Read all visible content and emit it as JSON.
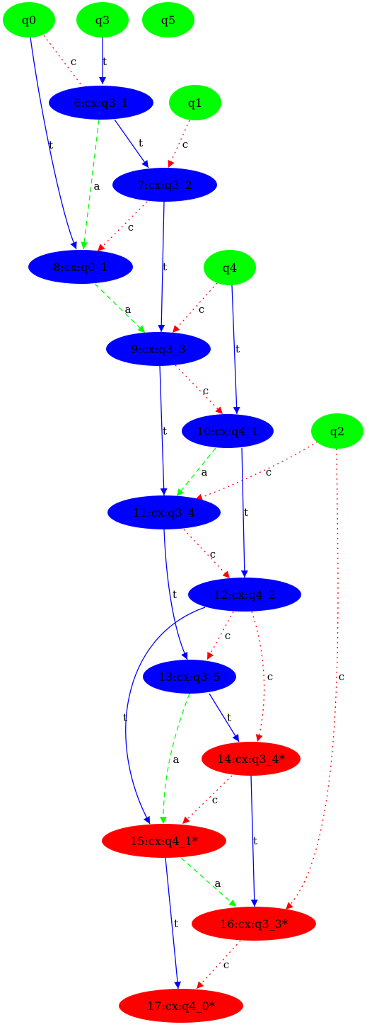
{
  "colors": {
    "input": "#00ff00",
    "gate": "#0000ff",
    "swap": "#ff0000",
    "t_edge": "#0000ff",
    "c_edge": "#ff0000",
    "a_edge": "#00ff00",
    "text": "#000000"
  },
  "nodes": [
    {
      "id": "q0",
      "label": "q0",
      "kind": "input"
    },
    {
      "id": "q3",
      "label": "q3",
      "kind": "input"
    },
    {
      "id": "q5",
      "label": "q5",
      "kind": "input"
    },
    {
      "id": "q1",
      "label": "q1",
      "kind": "input"
    },
    {
      "id": "q4",
      "label": "q4",
      "kind": "input"
    },
    {
      "id": "q2",
      "label": "q2",
      "kind": "input"
    },
    {
      "id": "n6",
      "label": "6:cx:q3_1",
      "kind": "gate"
    },
    {
      "id": "n7",
      "label": "7:cx:q3_2",
      "kind": "gate"
    },
    {
      "id": "n8",
      "label": "8:cx:q0_1",
      "kind": "gate"
    },
    {
      "id": "n9",
      "label": "9:cx:q3_3",
      "kind": "gate"
    },
    {
      "id": "n10",
      "label": "10:cx:q4_1",
      "kind": "gate"
    },
    {
      "id": "n11",
      "label": "11:cx:q3_4",
      "kind": "gate"
    },
    {
      "id": "n12",
      "label": "12:cx:q4_2",
      "kind": "gate"
    },
    {
      "id": "n13",
      "label": "13:cx:q3_5",
      "kind": "gate"
    },
    {
      "id": "n14",
      "label": "14:cx:q3_4*",
      "kind": "swap"
    },
    {
      "id": "n15",
      "label": "15:cx:q4_1*",
      "kind": "swap"
    },
    {
      "id": "n16",
      "label": "16:cx:q3_3*",
      "kind": "swap"
    },
    {
      "id": "n17",
      "label": "17:cx:q4_0*",
      "kind": "swap"
    }
  ],
  "edges": [
    {
      "id": "q0-n6",
      "from": "q0",
      "to": "n6",
      "label": "c"
    },
    {
      "id": "q0-n8",
      "from": "q0",
      "to": "n8",
      "label": "t"
    },
    {
      "id": "q3-n6",
      "from": "q3",
      "to": "n6",
      "label": "t"
    },
    {
      "id": "n6-n7",
      "from": "n6",
      "to": "n7",
      "label": "t"
    },
    {
      "id": "n6-n8",
      "from": "n6",
      "to": "n8",
      "label": "a"
    },
    {
      "id": "q1-n7",
      "from": "q1",
      "to": "n7",
      "label": "c"
    },
    {
      "id": "n7-n8",
      "from": "n7",
      "to": "n8",
      "label": "c"
    },
    {
      "id": "n7-n9",
      "from": "n7",
      "to": "n9",
      "label": "t"
    },
    {
      "id": "n8-n9",
      "from": "n8",
      "to": "n9",
      "label": "a"
    },
    {
      "id": "q4-n9",
      "from": "q4",
      "to": "n9",
      "label": "c"
    },
    {
      "id": "q4-n10",
      "from": "q4",
      "to": "n10",
      "label": "t"
    },
    {
      "id": "n9-n10",
      "from": "n9",
      "to": "n10",
      "label": "c"
    },
    {
      "id": "n9-n11",
      "from": "n9",
      "to": "n11",
      "label": "t"
    },
    {
      "id": "n10-n11",
      "from": "n10",
      "to": "n11",
      "label": "a"
    },
    {
      "id": "q2-n11",
      "from": "q2",
      "to": "n11",
      "label": "c"
    },
    {
      "id": "n10-n12",
      "from": "n10",
      "to": "n12",
      "label": "t"
    },
    {
      "id": "q2-n16",
      "from": "q2",
      "to": "n16",
      "label": "c"
    },
    {
      "id": "n11-n12",
      "from": "n11",
      "to": "n12",
      "label": "c"
    },
    {
      "id": "n11-n13",
      "from": "n11",
      "to": "n13",
      "label": "t"
    },
    {
      "id": "n12-n13",
      "from": "n12",
      "to": "n13",
      "label": "c"
    },
    {
      "id": "n12-n14",
      "from": "n12",
      "to": "n14",
      "label": "c"
    },
    {
      "id": "n12-n15",
      "from": "n12",
      "to": "n15",
      "label": "t"
    },
    {
      "id": "n13-n14",
      "from": "n13",
      "to": "n14",
      "label": "t"
    },
    {
      "id": "n13-n15",
      "from": "n13",
      "to": "n15",
      "label": "a"
    },
    {
      "id": "n14-n15",
      "from": "n14",
      "to": "n15",
      "label": "c"
    },
    {
      "id": "n14-n16",
      "from": "n14",
      "to": "n16",
      "label": "t"
    },
    {
      "id": "n15-n16",
      "from": "n15",
      "to": "n16",
      "label": "a"
    },
    {
      "id": "n15-n17",
      "from": "n15",
      "to": "n17",
      "label": "t"
    },
    {
      "id": "n16-n17",
      "from": "n16",
      "to": "n17",
      "label": "c"
    }
  ]
}
